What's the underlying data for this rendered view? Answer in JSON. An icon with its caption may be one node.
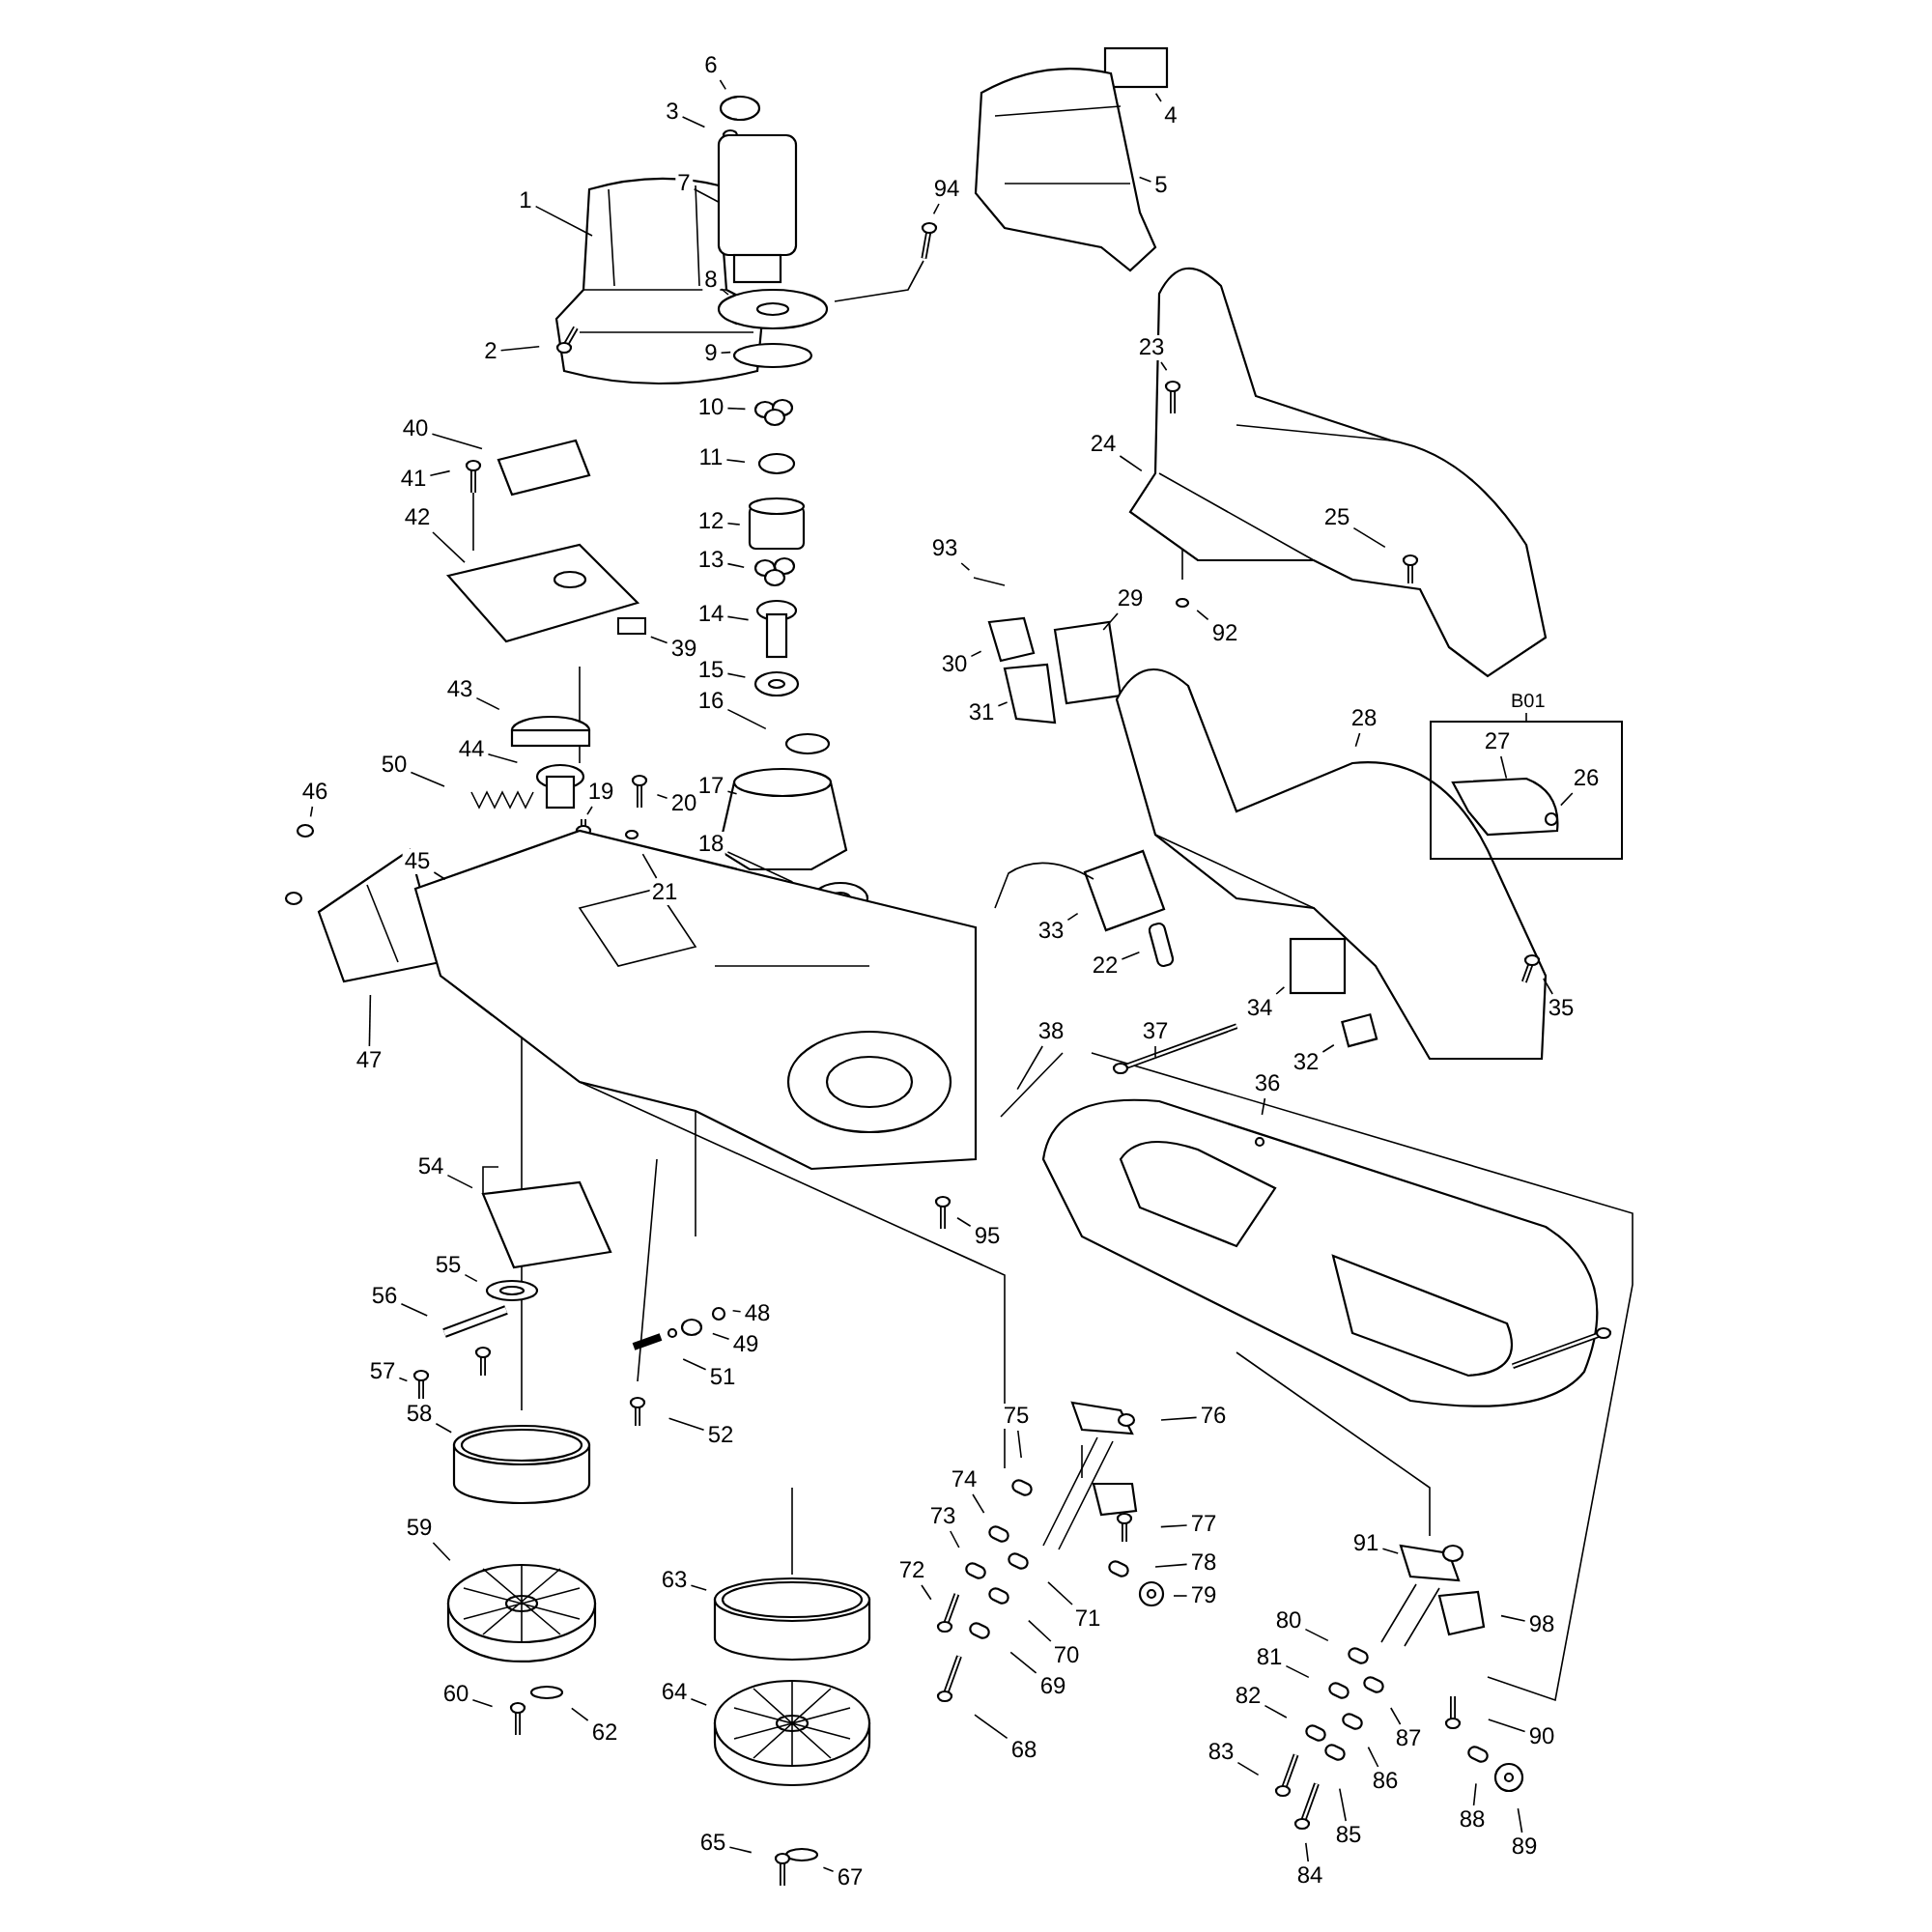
{
  "diagram": {
    "nodes": [
      {
        "text": [
          "B01"
        ]
      },
      {
        "text": [
          "1"
        ]
      },
      {
        "text": [
          "2"
        ]
      },
      {
        "text": [
          "3"
        ]
      },
      {
        "text": [
          "4"
        ]
      },
      {
        "text": [
          "5"
        ]
      },
      {
        "text": [
          "6"
        ]
      },
      {
        "text": [
          "7"
        ]
      },
      {
        "text": [
          "8"
        ]
      },
      {
        "text": [
          "9"
        ]
      },
      {
        "text": [
          "10"
        ]
      },
      {
        "text": [
          "11"
        ]
      },
      {
        "text": [
          "12"
        ]
      },
      {
        "text": [
          "13"
        ]
      },
      {
        "text": [
          "14"
        ]
      },
      {
        "text": [
          "15"
        ]
      },
      {
        "text": [
          "16"
        ]
      },
      {
        "text": [
          "17"
        ]
      },
      {
        "text": [
          "18"
        ]
      },
      {
        "text": [
          "19"
        ]
      },
      {
        "text": [
          "20"
        ]
      },
      {
        "text": [
          "21"
        ]
      },
      {
        "text": [
          "22"
        ]
      },
      {
        "text": [
          "23"
        ]
      },
      {
        "text": [
          "24"
        ]
      },
      {
        "text": [
          "25"
        ]
      },
      {
        "text": [
          "26"
        ],
        "in": 0
      },
      {
        "text": [
          "27"
        ],
        "in": 0
      },
      {
        "text": [
          "28"
        ]
      },
      {
        "text": [
          "29"
        ]
      },
      {
        "text": [
          "30"
        ]
      },
      {
        "text": [
          "31"
        ]
      },
      {
        "text": [
          "32"
        ]
      },
      {
        "text": [
          "33"
        ]
      },
      {
        "text": [
          "34"
        ]
      },
      {
        "text": [
          "35"
        ]
      },
      {
        "text": [
          "36"
        ]
      },
      {
        "text": [
          "37"
        ]
      },
      {
        "text": [
          "38"
        ]
      },
      {
        "text": [
          "39"
        ]
      },
      {
        "text": [
          "40"
        ]
      },
      {
        "text": [
          "41"
        ]
      },
      {
        "text": [
          "42"
        ]
      },
      {
        "text": [
          "43"
        ]
      },
      {
        "text": [
          "44"
        ]
      },
      {
        "text": [
          "45"
        ]
      },
      {
        "text": [
          "46"
        ]
      },
      {
        "text": [
          "47"
        ]
      },
      {
        "text": [
          "48"
        ]
      },
      {
        "text": [
          "49"
        ]
      },
      {
        "text": [
          "50"
        ]
      },
      {
        "text": [
          "51"
        ]
      },
      {
        "text": [
          "52"
        ]
      },
      {
        "text": [
          "54"
        ]
      },
      {
        "text": [
          "55"
        ]
      },
      {
        "text": [
          "56"
        ]
      },
      {
        "text": [
          "57"
        ]
      },
      {
        "text": [
          "58"
        ]
      },
      {
        "text": [
          "59"
        ]
      },
      {
        "text": [
          "60"
        ]
      },
      {
        "text": [
          "62"
        ]
      },
      {
        "text": [
          "63"
        ]
      },
      {
        "text": [
          "64"
        ]
      },
      {
        "text": [
          "65"
        ]
      },
      {
        "text": [
          "67"
        ]
      },
      {
        "text": [
          "68"
        ]
      },
      {
        "text": [
          "69"
        ]
      },
      {
        "text": [
          "70"
        ]
      },
      {
        "text": [
          "71"
        ]
      },
      {
        "text": [
          "72"
        ]
      },
      {
        "text": [
          "73"
        ]
      },
      {
        "text": [
          "74"
        ]
      },
      {
        "text": [
          "75"
        ]
      },
      {
        "text": [
          "76"
        ]
      },
      {
        "text": [
          "77"
        ]
      },
      {
        "text": [
          "78"
        ]
      },
      {
        "text": [
          "79"
        ]
      },
      {
        "text": [
          "80"
        ]
      },
      {
        "text": [
          "81"
        ]
      },
      {
        "text": [
          "82"
        ]
      },
      {
        "text": [
          "83"
        ]
      },
      {
        "text": [
          "84"
        ]
      },
      {
        "text": [
          "85"
        ]
      },
      {
        "text": [
          "86"
        ]
      },
      {
        "text": [
          "87"
        ]
      },
      {
        "text": [
          "88"
        ]
      },
      {
        "text": [
          "89"
        ]
      },
      {
        "text": [
          "90"
        ]
      },
      {
        "text": [
          "91"
        ]
      },
      {
        "text": [
          "92"
        ]
      },
      {
        "text": [
          "93"
        ]
      },
      {
        "text": [
          "94"
        ]
      },
      {
        "text": [
          "95"
        ]
      },
      {
        "text": [
          "98"
        ]
      }
    ],
    "edges": [
      {
        "from": 1,
        "to": null,
        "arrow": "none"
      },
      {
        "from": 2,
        "to": null,
        "arrow": "none"
      },
      {
        "from": 3,
        "to": null,
        "arrow": "none"
      },
      {
        "from": 4,
        "to": null,
        "arrow": "none"
      },
      {
        "from": 5,
        "to": null,
        "arrow": "none"
      },
      {
        "from": 6,
        "to": null,
        "arrow": "none"
      },
      {
        "from": 7,
        "to": null,
        "arrow": "none"
      },
      {
        "from": 8,
        "to": null,
        "arrow": "none"
      },
      {
        "from": 9,
        "to": null,
        "arrow": "none"
      },
      {
        "from": 10,
        "to": null,
        "arrow": "none"
      },
      {
        "from": 11,
        "to": null,
        "arrow": "none"
      },
      {
        "from": 12,
        "to": null,
        "arrow": "none"
      },
      {
        "from": 13,
        "to": null,
        "arrow": "none"
      },
      {
        "from": 14,
        "to": null,
        "arrow": "none"
      },
      {
        "from": 15,
        "to": null,
        "arrow": "none"
      },
      {
        "from": 16,
        "to": null,
        "arrow": "none"
      },
      {
        "from": 17,
        "to": null,
        "arrow": "none"
      },
      {
        "from": 18,
        "to": null,
        "arrow": "none"
      },
      {
        "from": 19,
        "to": null,
        "arrow": "none"
      },
      {
        "from": 20,
        "to": null,
        "arrow": "none"
      },
      {
        "from": 21,
        "to": null,
        "arrow": "none"
      },
      {
        "from": 22,
        "to": null,
        "arrow": "none"
      },
      {
        "from": 23,
        "to": null,
        "arrow": "none"
      },
      {
        "from": 24,
        "to": null,
        "arrow": "none"
      },
      {
        "from": 25,
        "to": null,
        "arrow": "none"
      },
      {
        "from": 26,
        "to": null,
        "arrow": "none"
      },
      {
        "from": 27,
        "to": null,
        "arrow": "none"
      },
      {
        "from": 28,
        "to": null,
        "arrow": "none"
      },
      {
        "from": 29,
        "to": null,
        "arrow": "none"
      },
      {
        "from": 30,
        "to": null,
        "arrow": "none"
      },
      {
        "from": 31,
        "to": null,
        "arrow": "none"
      },
      {
        "from": 32,
        "to": null,
        "arrow": "none"
      },
      {
        "from": 33,
        "to": null,
        "arrow": "none"
      },
      {
        "from": 34,
        "to": null,
        "arrow": "none"
      },
      {
        "from": 35,
        "to": null,
        "arrow": "none"
      },
      {
        "from": 36,
        "to": null,
        "arrow": "none"
      },
      {
        "from": 37,
        "to": null,
        "arrow": "none"
      },
      {
        "from": 38,
        "to": null,
        "arrow": "none"
      },
      {
        "from": 39,
        "to": null,
        "arrow": "none"
      },
      {
        "from": 40,
        "to": null,
        "arrow": "none"
      },
      {
        "from": 41,
        "to": null,
        "arrow": "none"
      },
      {
        "from": 42,
        "to": null,
        "arrow": "none"
      },
      {
        "from": 43,
        "to": null,
        "arrow": "none"
      },
      {
        "from": 44,
        "to": null,
        "arrow": "none"
      },
      {
        "from": 45,
        "to": null,
        "arrow": "none"
      },
      {
        "from": 46,
        "to": null,
        "arrow": "none"
      },
      {
        "from": 47,
        "to": null,
        "arrow": "none"
      },
      {
        "from": 48,
        "to": null,
        "arrow": "none"
      },
      {
        "from": 49,
        "to": null,
        "arrow": "none"
      },
      {
        "from": 50,
        "to": null,
        "arrow": "none"
      },
      {
        "from": 51,
        "to": null,
        "arrow": "none"
      },
      {
        "from": 52,
        "to": null,
        "arrow": "none"
      },
      {
        "from": 53,
        "to": null,
        "arrow": "none"
      },
      {
        "from": 54,
        "to": null,
        "arrow": "none"
      },
      {
        "from": 55,
        "to": null,
        "arrow": "none"
      },
      {
        "from": 56,
        "to": null,
        "arrow": "none"
      },
      {
        "from": 57,
        "to": null,
        "arrow": "none"
      },
      {
        "from": 58,
        "to": null,
        "arrow": "none"
      },
      {
        "from": 59,
        "to": null,
        "arrow": "none"
      },
      {
        "from": 60,
        "to": null,
        "arrow": "none"
      },
      {
        "from": 61,
        "to": null,
        "arrow": "none"
      },
      {
        "from": 62,
        "to": null,
        "arrow": "none"
      },
      {
        "from": 63,
        "to": null,
        "arrow": "none"
      },
      {
        "from": 64,
        "to": null,
        "arrow": "none"
      },
      {
        "from": 65,
        "to": null,
        "arrow": "none"
      },
      {
        "from": 66,
        "to": null,
        "arrow": "none"
      },
      {
        "from": 67,
        "to": null,
        "arrow": "none"
      },
      {
        "from": 68,
        "to": null,
        "arrow": "none"
      },
      {
        "from": 69,
        "to": null,
        "arrow": "none"
      },
      {
        "from": 70,
        "to": null,
        "arrow": "none"
      },
      {
        "from": 71,
        "to": null,
        "arrow": "none"
      },
      {
        "from": 72,
        "to": null,
        "arrow": "none"
      },
      {
        "from": 73,
        "to": null,
        "arrow": "none"
      },
      {
        "from": 74,
        "to": null,
        "arrow": "none"
      },
      {
        "from": 75,
        "to": null,
        "arrow": "none"
      },
      {
        "from": 76,
        "to": null,
        "arrow": "none"
      },
      {
        "from": 77,
        "to": null,
        "arrow": "none"
      },
      {
        "from": 78,
        "to": null,
        "arrow": "none"
      },
      {
        "from": 79,
        "to": null,
        "arrow": "none"
      },
      {
        "from": 80,
        "to": null,
        "arrow": "none"
      },
      {
        "from": 81,
        "to": null,
        "arrow": "none"
      },
      {
        "from": 82,
        "to": null,
        "arrow": "none"
      },
      {
        "from": 83,
        "to": null,
        "arrow": "none"
      },
      {
        "from": 84,
        "to": null,
        "arrow": "none"
      },
      {
        "from": 85,
        "to": null,
        "arrow": "none"
      },
      {
        "from": 86,
        "to": null,
        "arrow": "none"
      },
      {
        "from": 87,
        "to": null,
        "arrow": "none"
      },
      {
        "from": 88,
        "to": null,
        "arrow": "none"
      },
      {
        "from": 89,
        "to": null,
        "arrow": "none"
      },
      {
        "from": 90,
        "to": null,
        "arrow": "none"
      },
      {
        "from": 91,
        "to": null,
        "arrow": "none"
      },
      {
        "from": 92,
        "to": null,
        "arrow": "none"
      },
      {
        "from": 93,
        "to": null,
        "arrow": "none"
      }
    ]
  }
}
